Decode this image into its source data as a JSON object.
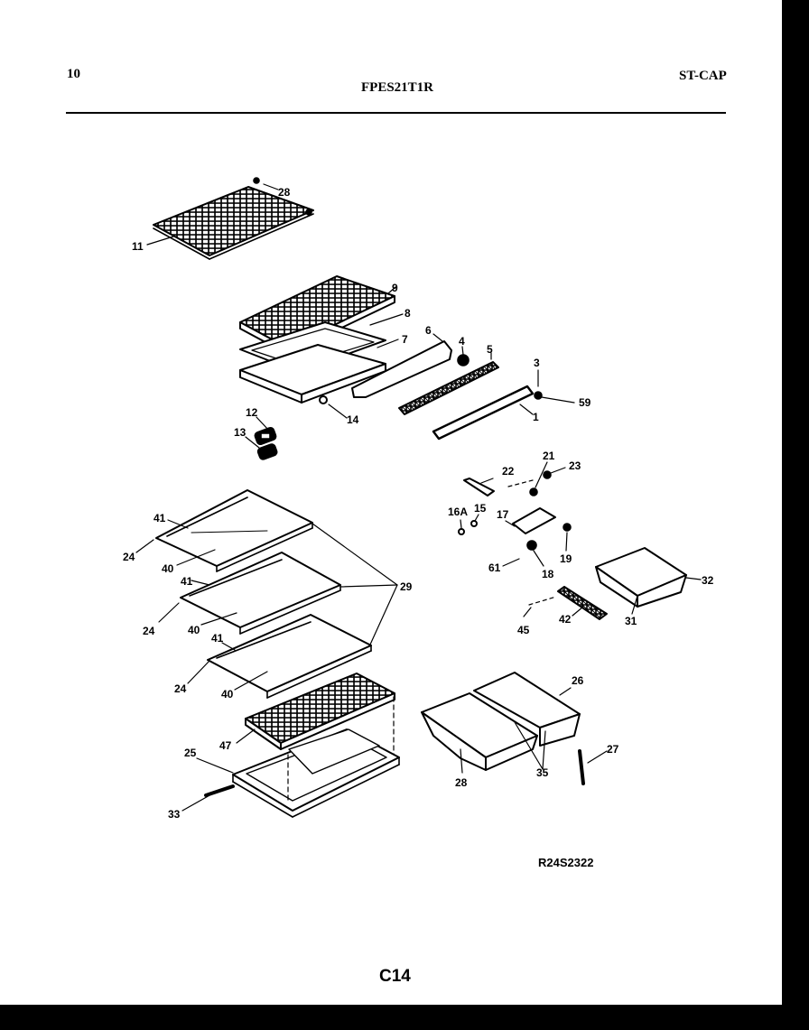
{
  "header": {
    "page_number": "10",
    "model_number": "FPES21T1R",
    "section_code": "ST-CAP"
  },
  "diagram": {
    "callouts": [
      "28",
      "11",
      "9",
      "8",
      "7",
      "6",
      "4",
      "5",
      "3",
      "59",
      "1",
      "14",
      "12",
      "13",
      "21",
      "23",
      "22",
      "16A",
      "15",
      "17",
      "19",
      "61",
      "18",
      "32",
      "31",
      "42",
      "45",
      "41",
      "24",
      "40",
      "29",
      "41",
      "24",
      "40",
      "41",
      "24",
      "40",
      "47",
      "25",
      "33",
      "26",
      "28",
      "35",
      "27"
    ]
  },
  "footer": {
    "reference_code": "R24S2322",
    "page_code": "C14"
  }
}
